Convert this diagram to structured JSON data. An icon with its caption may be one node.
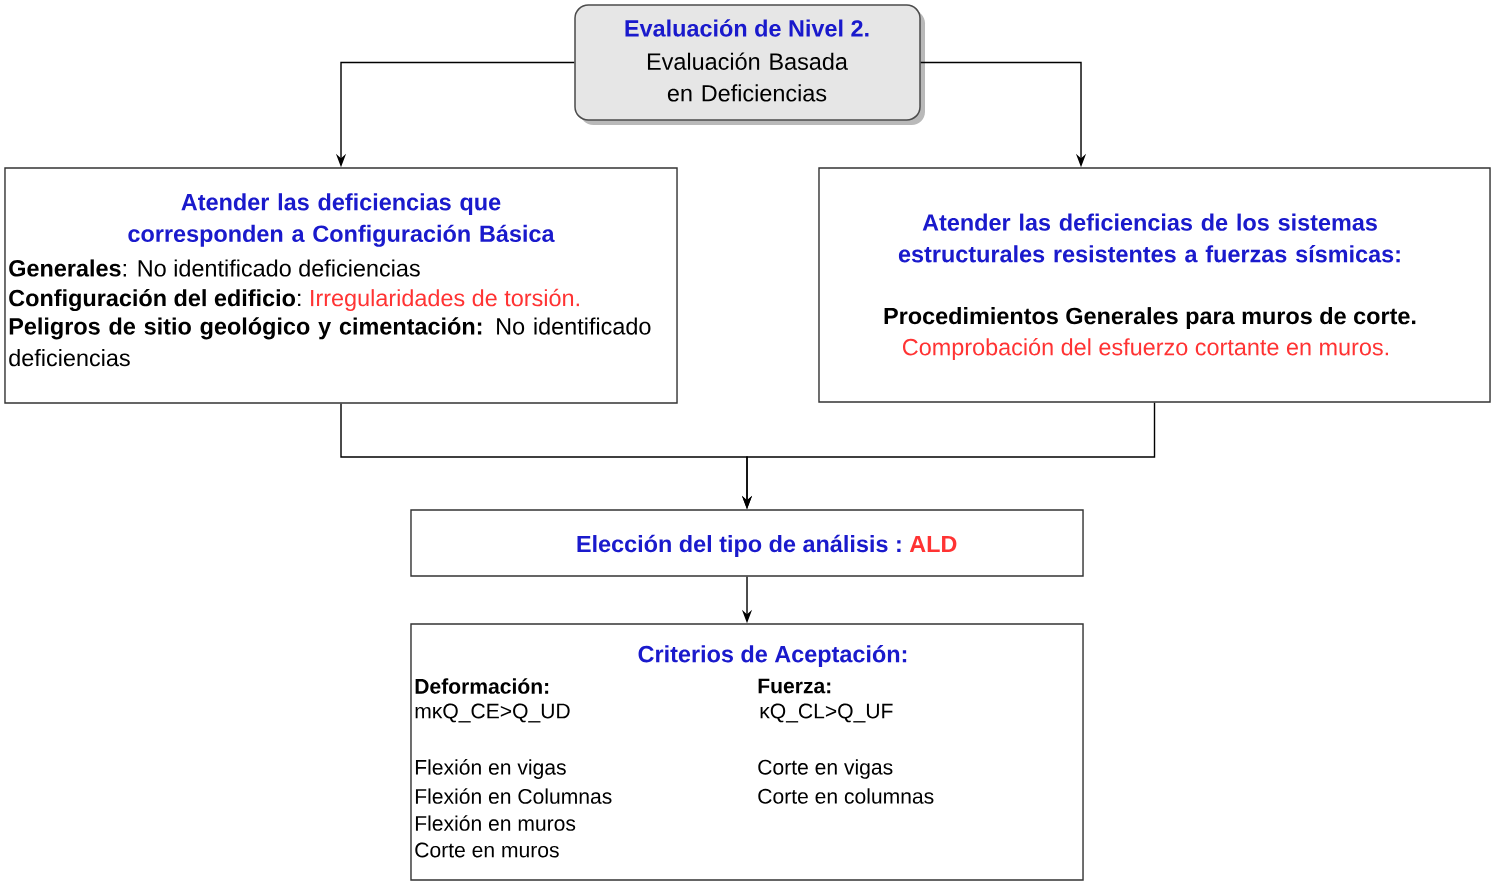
{
  "diagram": {
    "nodes": [
      {
        "text": [
          "Evaluación de Nivel 2.",
          "Evaluación Basada en Deficiencias"
        ]
      },
      {
        "text": [
          "Atender las deficiencias que corresponden a Configuración Básica",
          "**Generales**: No identificado deficiencias",
          "**Configuración del edificio**:",
          "Irregularidades de torsión.",
          "**Peligros de sitio geológico y cimentación:** No identificado deficiencias"
        ]
      },
      {
        "text": [
          "Atender las deficiencias de los sistemas estructurales resistentes a fuerzas sísmicas:",
          "Procedimientos Generales para muros de corte.",
          "Comprobación del esfuerzo cortante en muros."
        ]
      },
      {
        "text": [
          "Elección del tipo de análisis :",
          "ALD"
        ]
      },
      {
        "text": [
          "Criterios de Aceptación:",
          "Deformación:",
          "mκQ_CE>Q_UD",
          "Flexión en vigas",
          "Flexión en Columnas",
          "Flexión en muros",
          "Corte en muros",
          "Fuerza:",
          "κQ_CL>Q_UF",
          "Corte en vigas",
          "Corte en columnas"
        ]
      }
    ],
    "edges": [
      {
        "from": 0,
        "to": 1,
        "arrow": "to"
      },
      {
        "from": 0,
        "to": 2,
        "arrow": "to"
      },
      {
        "from": 1,
        "to": 3,
        "arrow": "to"
      },
      {
        "from": 2,
        "to": 3,
        "arrow": "to"
      },
      {
        "from": 3,
        "to": 4,
        "arrow": "to"
      }
    ]
  }
}
